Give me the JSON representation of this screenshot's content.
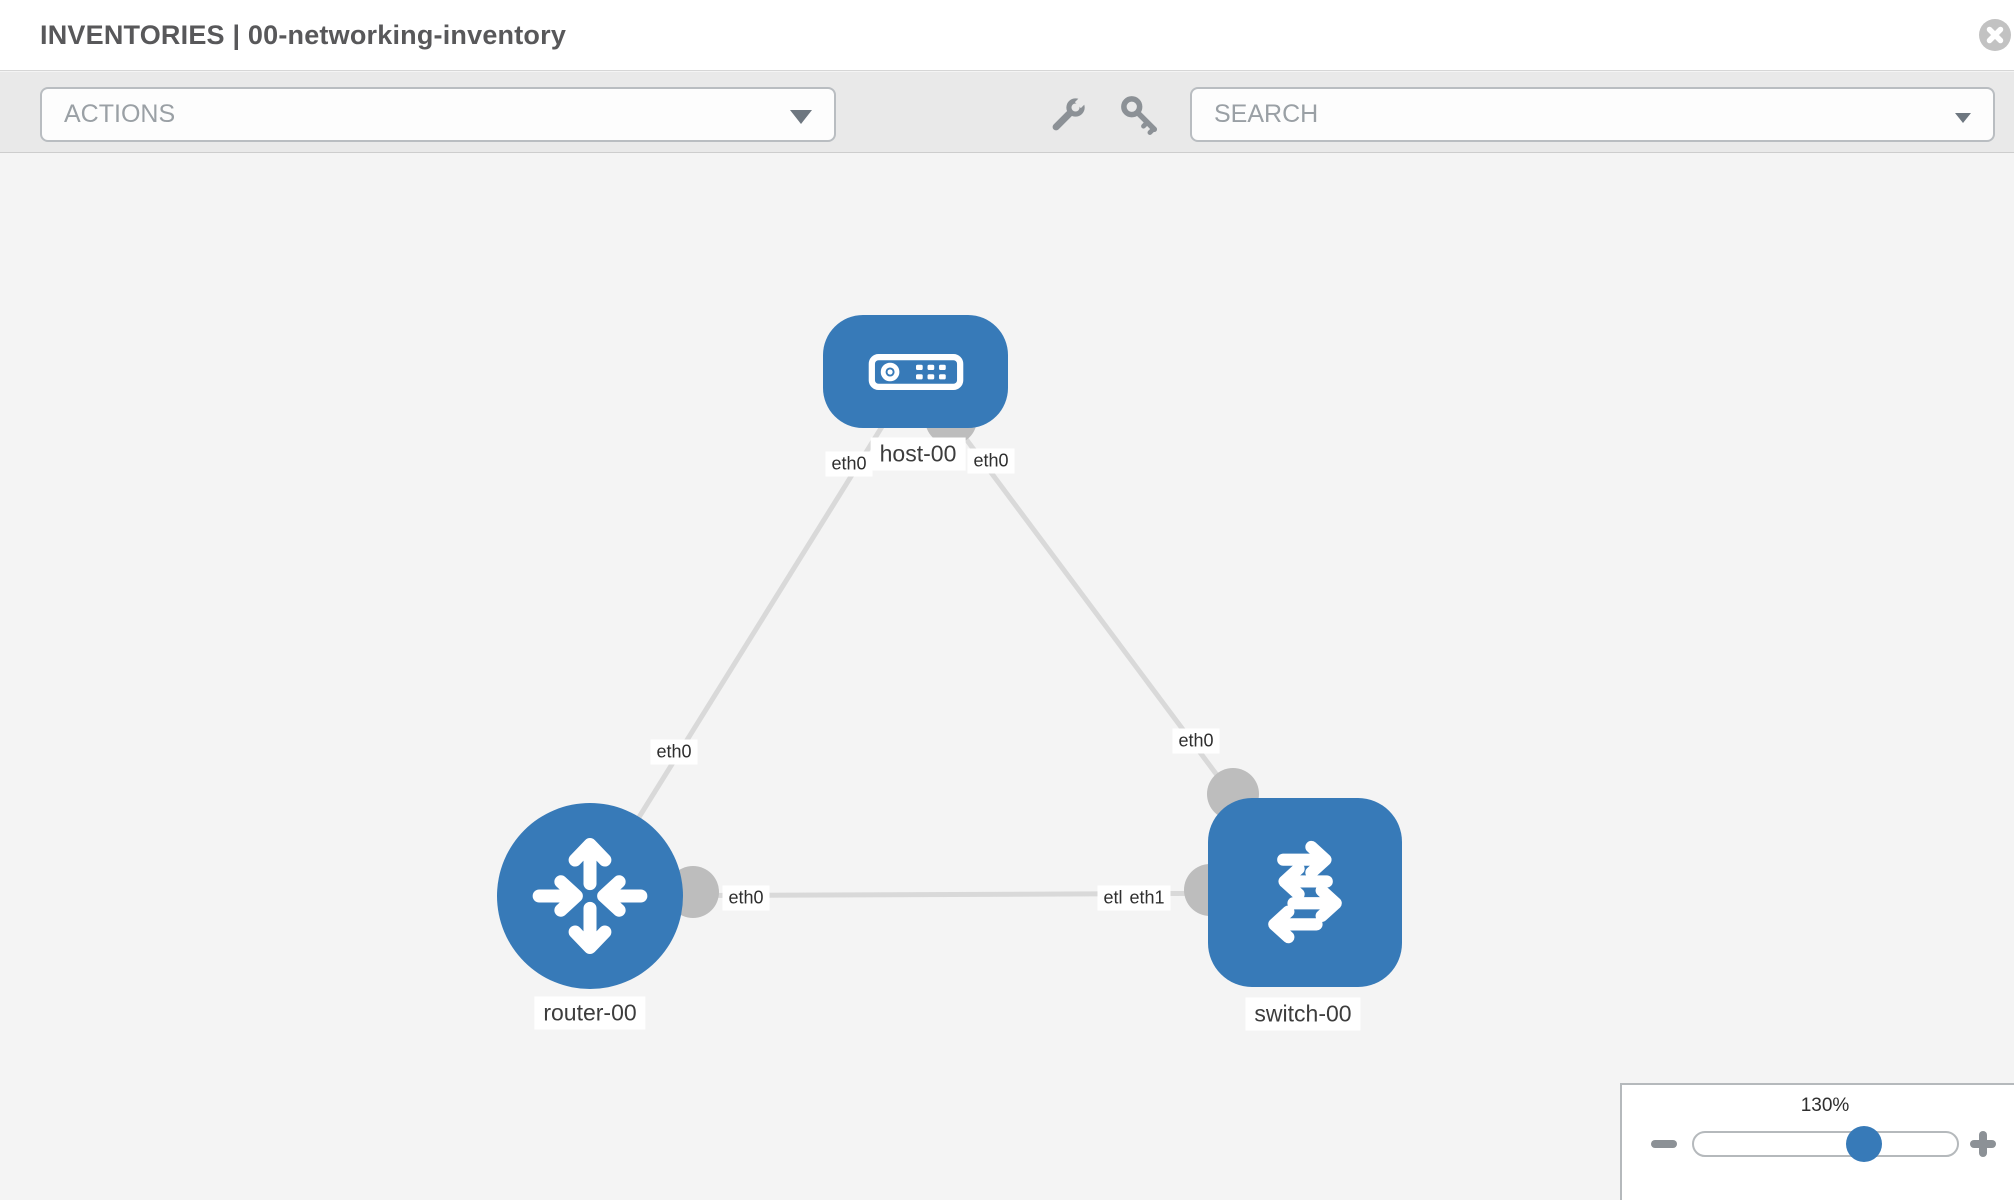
{
  "header": {
    "title": "INVENTORIES | 00-networking-inventory"
  },
  "toolbar": {
    "actions_label": "ACTIONS",
    "search_label": "SEARCH"
  },
  "icons": {
    "close": "close-icon",
    "wrench": "wrench-icon",
    "key": "key-icon",
    "caret": "chevron-down-icon",
    "host": "host-device-icon",
    "router": "router-arrows-icon",
    "switch": "switch-arrows-icon"
  },
  "colors": {
    "node_blue": "#377ab8",
    "link_gray": "#d9d9d9",
    "port_gray": "#bdbdbd",
    "toolbar_bg": "#e9e9e9",
    "canvas_bg": "#f4f4f4",
    "icon_gray": "#8c9196"
  },
  "topology": {
    "nodes": [
      {
        "id": "host-00",
        "label": "host-00",
        "type": "host"
      },
      {
        "id": "router-00",
        "label": "router-00",
        "type": "router"
      },
      {
        "id": "switch-00",
        "label": "switch-00",
        "type": "switch"
      }
    ],
    "links": [
      {
        "from": "host-00",
        "to": "router-00"
      },
      {
        "from": "host-00",
        "to": "switch-00"
      },
      {
        "from": "router-00",
        "to": "switch-00"
      }
    ],
    "interface_labels": [
      {
        "text": "eth0",
        "position": "host-left"
      },
      {
        "text": "eth0",
        "position": "host-right"
      },
      {
        "text": "eth0",
        "position": "host-router-link"
      },
      {
        "text": "eth0",
        "position": "host-switch-link"
      },
      {
        "text": "eth0",
        "position": "router-right"
      },
      {
        "text": "etl",
        "position": "switch-left-clipped"
      },
      {
        "text": "eth1",
        "position": "switch-left"
      }
    ]
  },
  "zoom_control": {
    "value": "130%"
  }
}
